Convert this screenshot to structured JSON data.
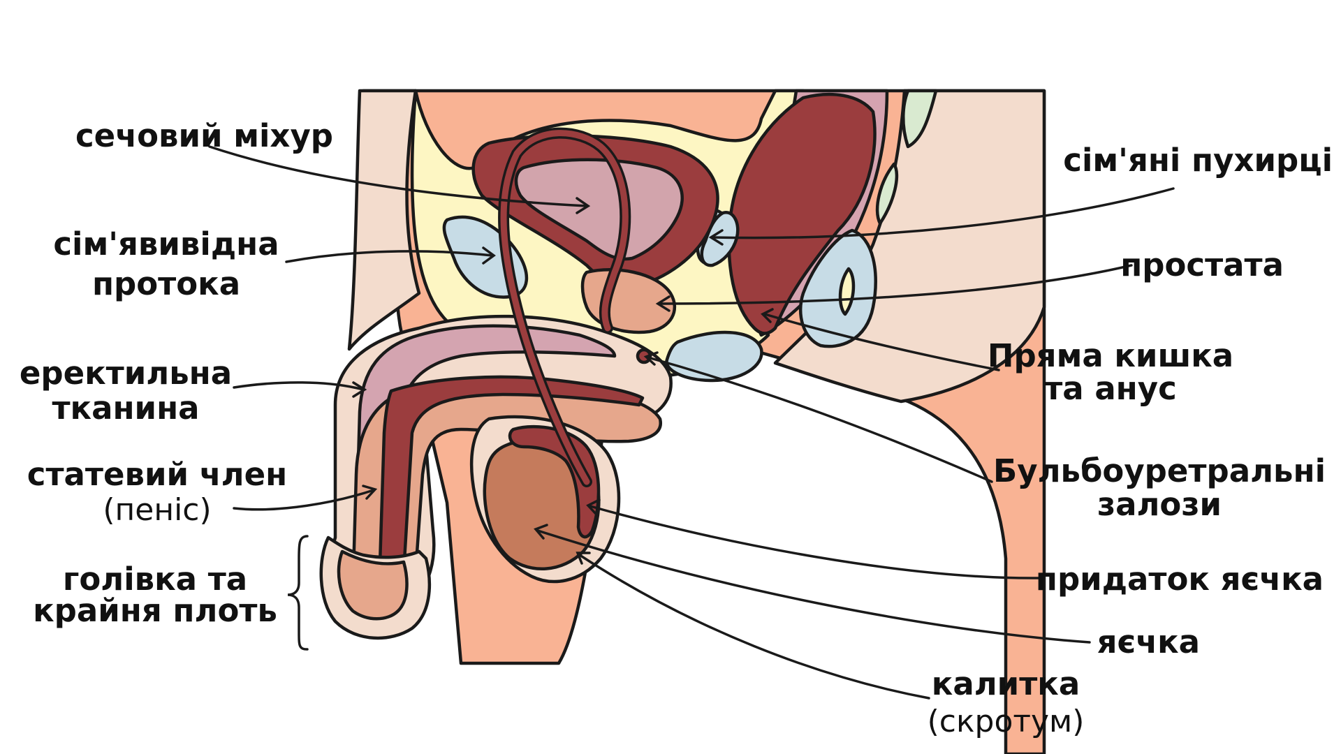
{
  "labels": {
    "bladder": "сечовий міхур",
    "vas_deferens_1": "сім'явивідна",
    "vas_deferens_2": "протока",
    "erectile_1": "еректильна",
    "erectile_2": "тканина",
    "penis": "статевий член",
    "penis_sub": "(пеніс)",
    "glans_1": "голівка та",
    "glans_2": "крайня плоть",
    "seminal_vesicles": "сім'яні пухирці",
    "prostate": "простата",
    "rectum_1": "Пряма кишка",
    "rectum_2": "та анус",
    "bulbourethral_1": "Бульбоуретральні",
    "bulbourethral_2": "залози",
    "epididymis": "придаток яєчка",
    "testes": "яєчка",
    "scrotum": "калитка",
    "scrotum_sub": "(скротум)"
  },
  "colors": {
    "skin": "#f9b394",
    "skin_light": "#f3dccd",
    "fat": "#fdf6c3",
    "organ_dark": "#9b3d3e",
    "bladder_inner": "#d2a4ac",
    "erectile": "#d4a4b0",
    "gland": "#e6a78c",
    "bone": "#c7dce6",
    "testis": "#c57b5c",
    "green": "#d9ead0",
    "outline": "#1a1a1a"
  }
}
